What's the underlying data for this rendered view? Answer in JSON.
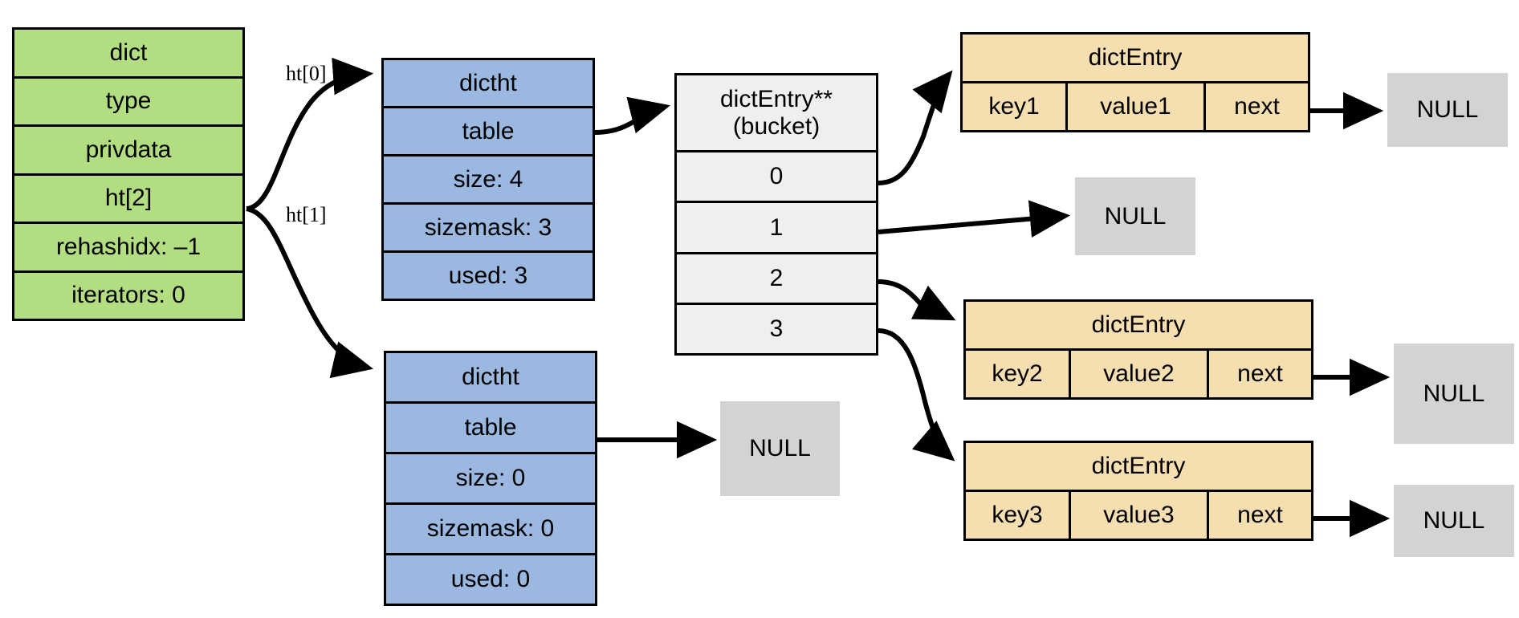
{
  "diagram": {
    "title": "Redis dict / dictht / dictEntry memory layout",
    "colors": {
      "dict_fill": "#b2dd80",
      "dictht_fill": "#9ab8e0",
      "bucket_fill": "#efefef",
      "dictentry_fill": "#f5dfb0",
      "null_fill": "#d3d3d3",
      "stroke": "#000000",
      "background": "#ffffff"
    }
  },
  "dict": {
    "rows": [
      {
        "label": "dict"
      },
      {
        "label": "type"
      },
      {
        "label": "privdata"
      },
      {
        "label": "ht[2]"
      },
      {
        "label": "rehashidx: –1"
      },
      {
        "label": "iterators: 0"
      }
    ]
  },
  "edge_labels": {
    "ht0": "ht[0]",
    "ht1": "ht[1]"
  },
  "dictht0": {
    "rows": [
      {
        "label": "dictht"
      },
      {
        "label": "table"
      },
      {
        "label": "size: 4"
      },
      {
        "label": "sizemask: 3"
      },
      {
        "label": "used: 3"
      }
    ]
  },
  "dictht1": {
    "rows": [
      {
        "label": "dictht"
      },
      {
        "label": "table"
      },
      {
        "label": "size: 0"
      },
      {
        "label": "sizemask: 0"
      },
      {
        "label": "used: 0"
      }
    ]
  },
  "bucket": {
    "header": "dictEntry**\n(bucket)",
    "slots": [
      {
        "label": "0"
      },
      {
        "label": "1"
      },
      {
        "label": "2"
      },
      {
        "label": "3"
      }
    ]
  },
  "entries": [
    {
      "header": "dictEntry",
      "key": "key1",
      "value": "value1",
      "next": "next"
    },
    {
      "header": "dictEntry",
      "key": "key2",
      "value": "value2",
      "next": "next"
    },
    {
      "header": "dictEntry",
      "key": "key3",
      "value": "value3",
      "next": "next"
    }
  ],
  "nulls": {
    "entry1_next": "NULL",
    "bucket1": "NULL",
    "dictht1_table": "NULL",
    "entry2_next": "NULL",
    "entry3_next": "NULL"
  }
}
